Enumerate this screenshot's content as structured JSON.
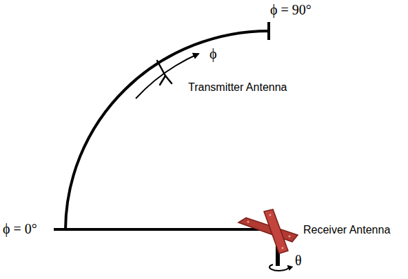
{
  "diagram": {
    "labels": [
      "ϕ = 90°",
      "ϕ",
      "Transmitter Antenna",
      "ϕ = 0°",
      "Receiver Antenna",
      "θ"
    ]
  }
}
